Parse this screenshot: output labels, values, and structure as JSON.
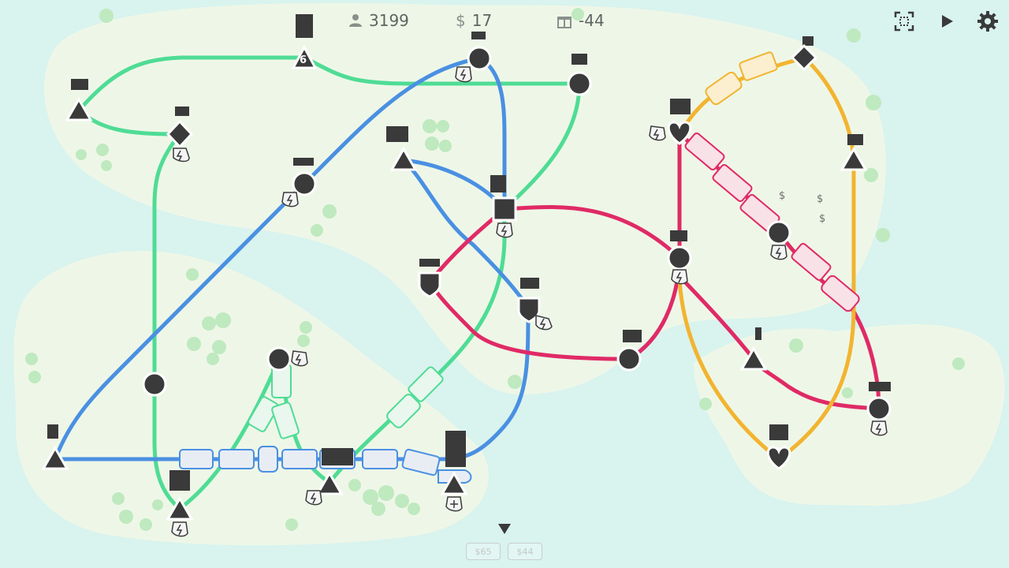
{
  "hud": {
    "passengers": "3199",
    "money_symbol": "$",
    "money": "17",
    "gift_value": "-44"
  },
  "stations": {
    "counter_label": "6"
  },
  "bottom_bar": {
    "price_1": "$65",
    "price_2": "$44"
  },
  "floating_money": [
    "$",
    "$",
    "$"
  ],
  "icons": [
    "passenger-icon",
    "dollar-icon",
    "gift-icon",
    "camera-frame-icon",
    "play-icon",
    "gear-icon",
    "lightning-icon",
    "plus-icon",
    "dropdown-arrow-icon"
  ],
  "colors": {
    "water": "#d9f3ef",
    "land": "#eef7e7",
    "green_line": "#4fdc95",
    "blue_line": "#4a90e2",
    "red_line": "#e02a66",
    "yellow_line": "#f2b430",
    "station": "#3a3a3a"
  }
}
